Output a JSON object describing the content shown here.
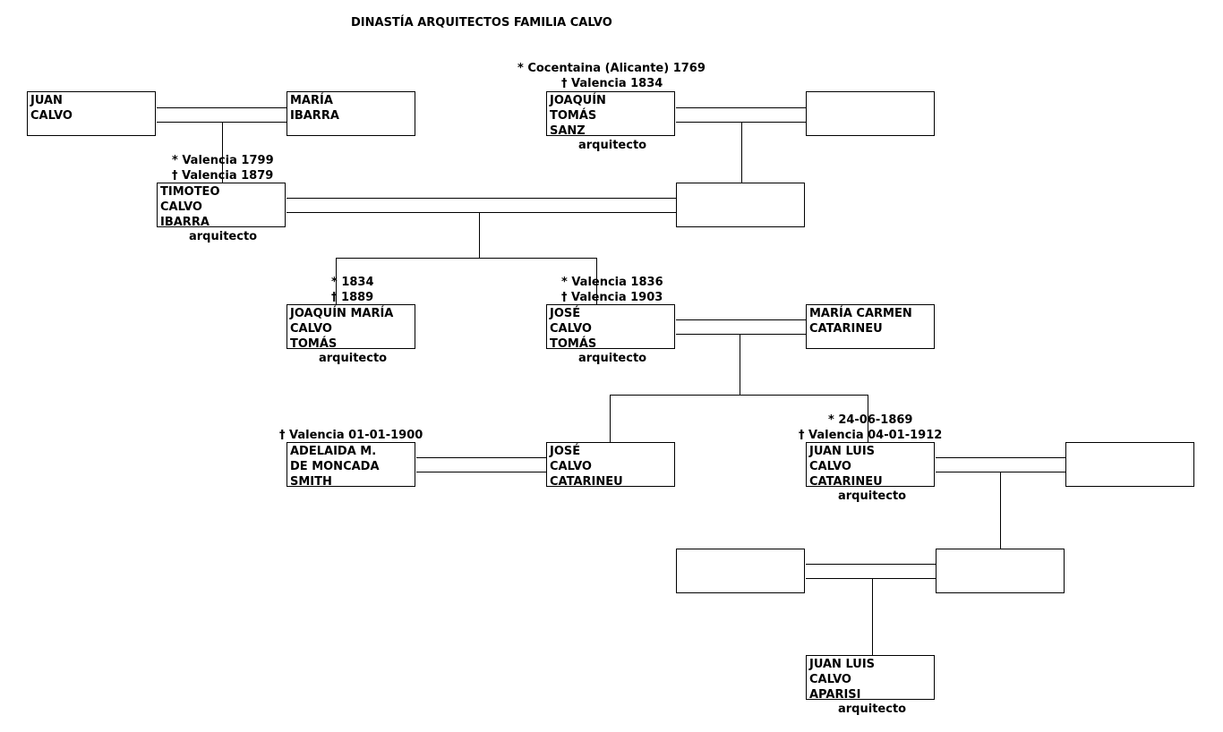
{
  "title": "DINASTÍA ARQUITECTOS FAMILIA CALVO",
  "people": {
    "juan_calvo": {
      "lines": [
        "JUAN",
        "CALVO"
      ]
    },
    "maria_ibarra": {
      "lines": [
        "MARÍA",
        "IBARRA"
      ]
    },
    "joaquin_tomas_sanz": {
      "born": "* Cocentaina (Alicante) 1769",
      "died": "† Valencia 1834",
      "lines": [
        "JOAQUÍN",
        "TOMÁS",
        "SANZ"
      ],
      "role": "arquitecto"
    },
    "spouse_of_joaquin": {
      "lines": []
    },
    "timoteo_calvo_ibarra": {
      "born": "* Valencia 1799",
      "died": "† Valencia 1879",
      "lines": [
        "TIMOTEO",
        "CALVO",
        "IBARRA"
      ],
      "role": "arquitecto"
    },
    "spouse_of_timoteo": {
      "lines": []
    },
    "joaquin_maria_calvo_tomas": {
      "born": "* 1834",
      "died": "† 1889",
      "lines": [
        "JOAQUÍN MARÍA",
        "CALVO",
        "TOMÁS"
      ],
      "role": "arquitecto"
    },
    "jose_calvo_tomas": {
      "born": "* Valencia 1836",
      "died": "† Valencia 1903",
      "lines": [
        "JOSÉ",
        "CALVO",
        "TOMÁS"
      ],
      "role": "arquitecto"
    },
    "maria_carmen_catarineu": {
      "lines": [
        "MARÍA CARMEN",
        "CATARINEU"
      ]
    },
    "adelaida_moncada_smith": {
      "died": "† Valencia 01-01-1900",
      "lines": [
        "ADELAIDA M.",
        "DE MONCADA",
        "SMITH"
      ]
    },
    "jose_calvo_catarineu": {
      "lines": [
        "JOSÉ",
        "CALVO",
        "CATARINEU"
      ]
    },
    "juan_luis_calvo_catarineu": {
      "born": "* 24-06-1869",
      "died": "† Valencia 04-01-1912",
      "lines": [
        "JUAN LUIS",
        "CALVO",
        "CATARINEU"
      ],
      "role": "arquitecto"
    },
    "spouse_of_juan_luis": {
      "lines": []
    },
    "unknown_left": {
      "lines": []
    },
    "unknown_right": {
      "lines": []
    },
    "juan_luis_calvo_aparisi": {
      "lines": [
        "JUAN LUIS",
        "CALVO",
        "APARISI"
      ],
      "role": "arquitecto"
    }
  }
}
